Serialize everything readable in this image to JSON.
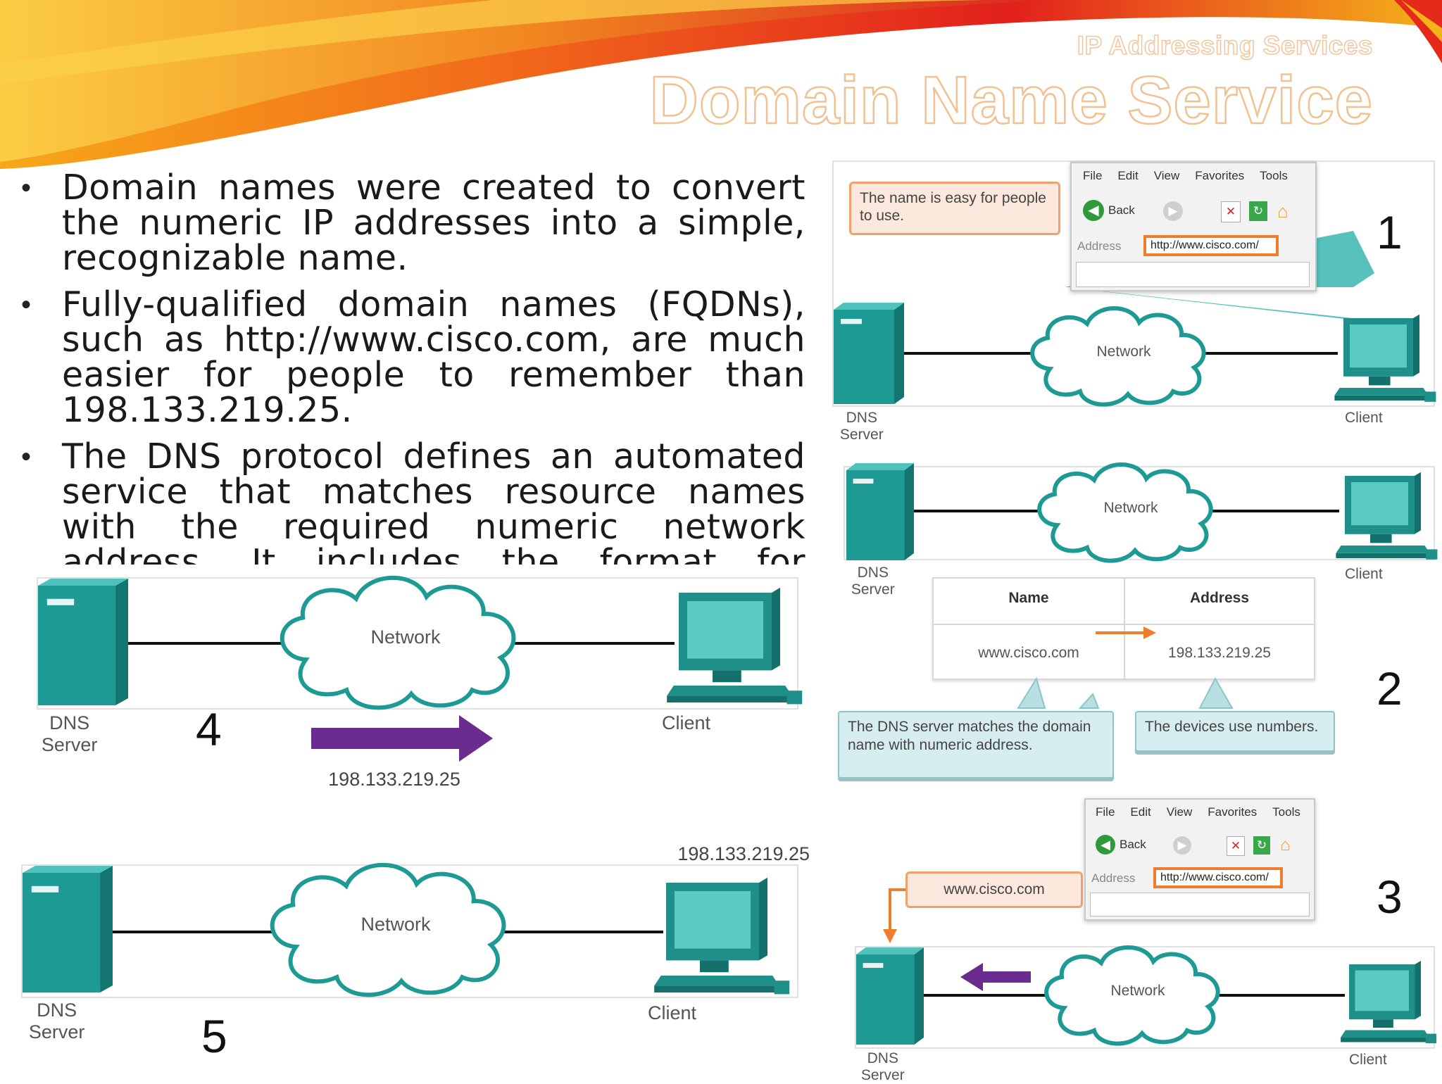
{
  "header": {
    "kicker": "IP Addressing Services",
    "title": "Domain Name Service"
  },
  "bullets": [
    "Domain names were created to convert the numeric IP addresses into a simple, recognizable name.",
    "Fully-qualified domain names (FQDNs), such as http://www.cisco.com, are much easier for people to remember than 198.133.219.25.",
    "The DNS protocol defines an automated service that matches resource names with the required numeric network address. It includes the format for queries, responses, and data."
  ],
  "common": {
    "network": "Network",
    "dns_server": "DNS Server",
    "client": "Client",
    "ip": "198.133.219.25",
    "domain": "www.cisco.com"
  },
  "step_numbers": [
    "1",
    "2",
    "3",
    "4",
    "5"
  ],
  "browser": {
    "menu": [
      "File",
      "Edit",
      "View",
      "Favorites",
      "Tools"
    ],
    "back_label": "Back",
    "address_label": "Address",
    "url": "http://www.cisco.com/"
  },
  "step1": {
    "callout": "The name is easy for people to use."
  },
  "step2": {
    "col_name": "Name",
    "col_address": "Address",
    "callout_left": "The DNS server matches the domain name with numeric address.",
    "callout_right": "The devices use numbers."
  },
  "colors": {
    "teal": "#1e9a94",
    "orange": "#f07c2e",
    "purple": "#6a2c8e"
  }
}
